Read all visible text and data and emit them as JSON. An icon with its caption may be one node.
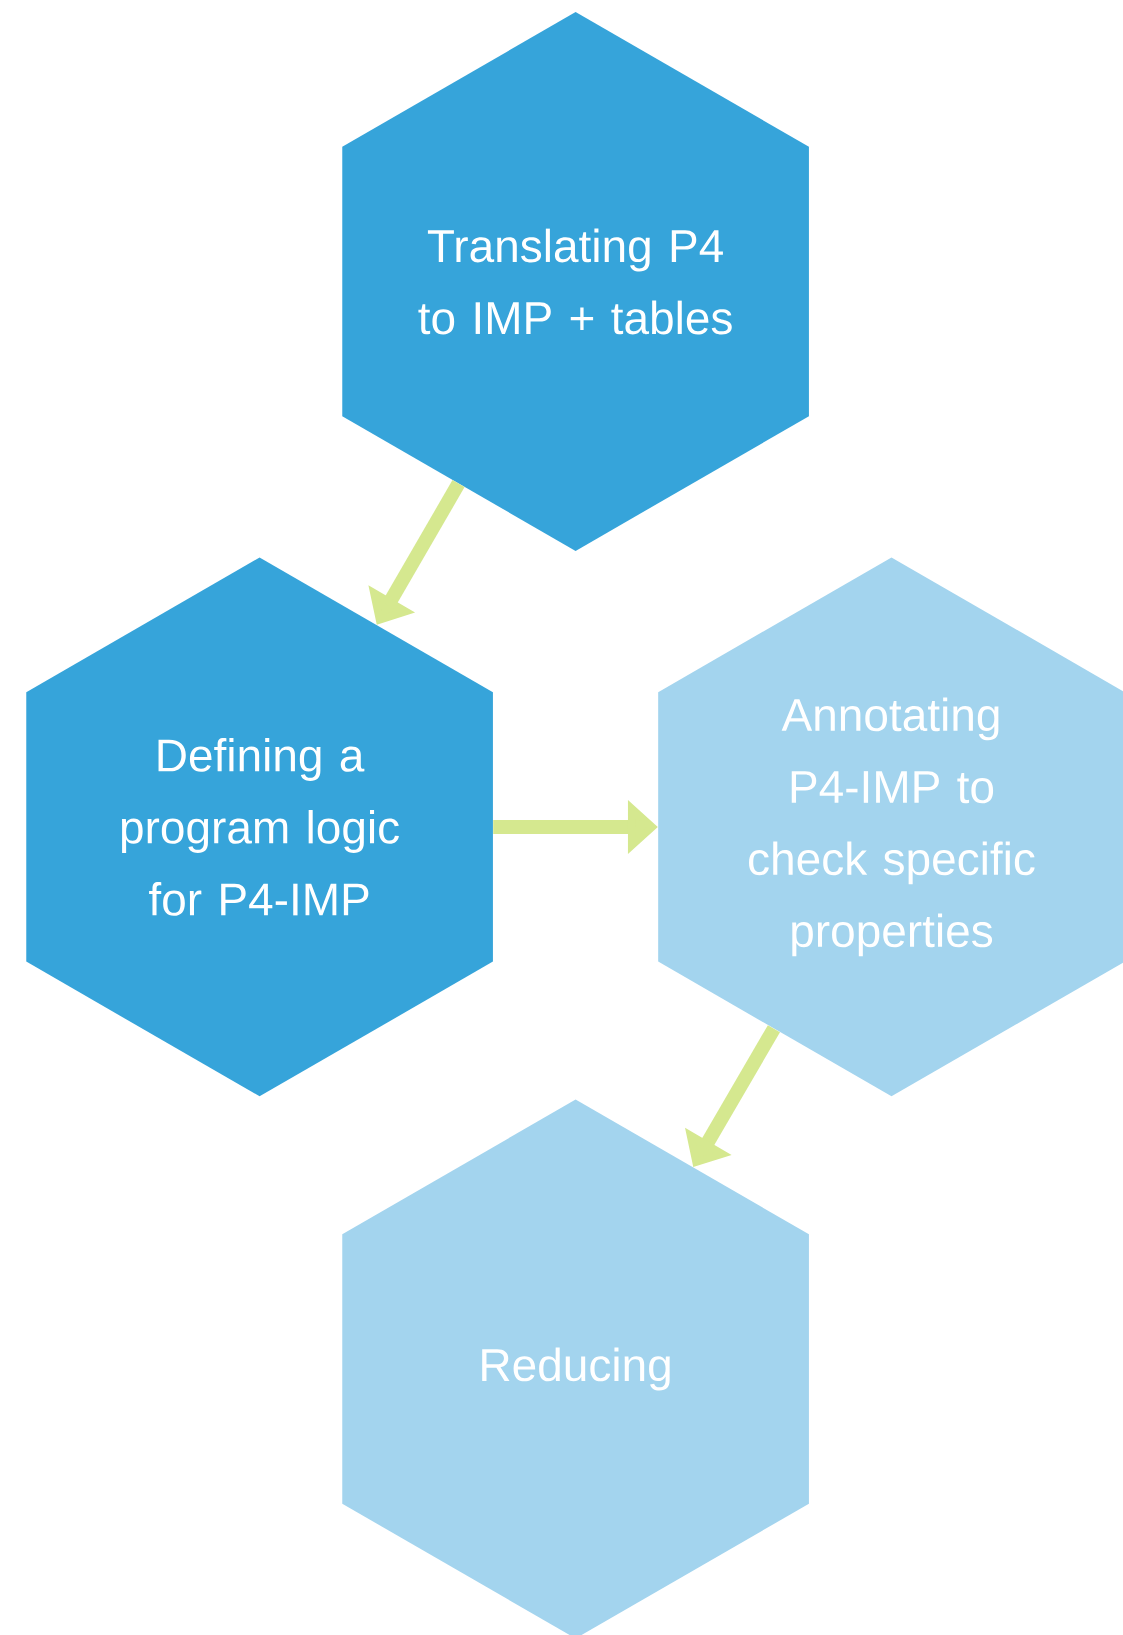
{
  "diagram": {
    "nodes": [
      {
        "text": [
          "Translating P4 to IMP + tables"
        ]
      },
      {
        "text": [
          "Defining a program logic for P4-IMP"
        ]
      },
      {
        "text": [
          "Annotating P4-IMP to check specific properties"
        ]
      },
      {
        "text": [
          "Reducing"
        ]
      }
    ],
    "edges": [
      {
        "from": 0,
        "to": 1,
        "arrow": "to"
      },
      {
        "from": 1,
        "to": 2,
        "arrow": "to"
      },
      {
        "from": 2,
        "to": 3,
        "arrow": "to"
      }
    ]
  }
}
